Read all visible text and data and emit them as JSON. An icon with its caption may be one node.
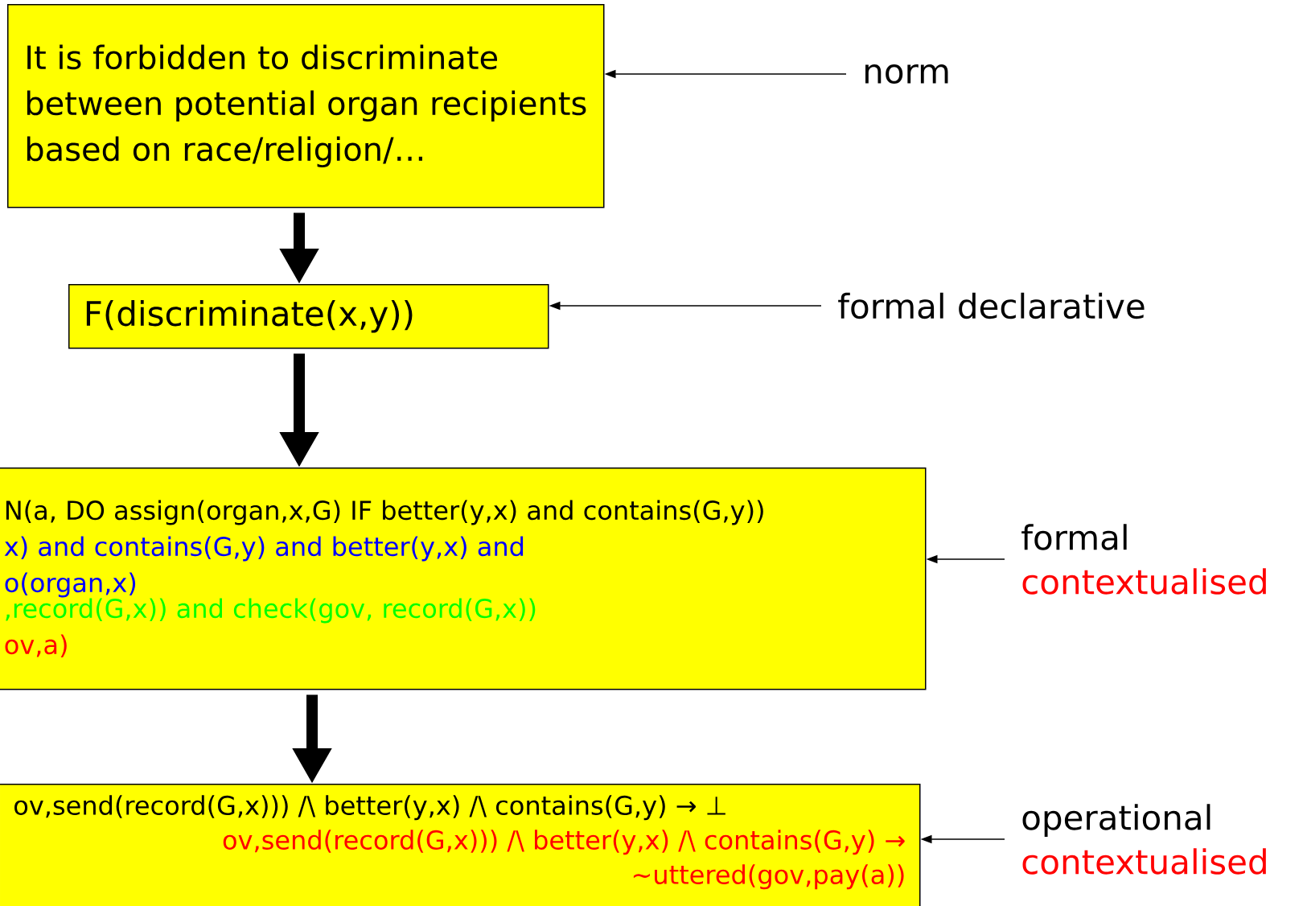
{
  "diagram": {
    "nodes": [
      {
        "text": [
          "It is forbidden to discriminate between potential organ recipients based on race/religion/…"
        ]
      },
      {
        "text": [
          "F(discriminate(x,y))"
        ]
      },
      {
        "text": [
          "N(a, DO assign(organ,x,G) IF better(y,x) and contains(G,y))",
          "x) and contains(G,y) and better(y,x) and o(organ,x)",
          ",record(G,x)) and check(gov, record(G,x))",
          "ov,a)"
        ]
      },
      {
        "text": [
          "ov,send(record(G,x))) /\\ better(y,x) /\\ contains(G,y) → ⊥",
          "ov,send(record(G,x))) /\\ better(y,x) /\\ contains(G,y) → ~uttered(gov,pay(a))"
        ]
      },
      {
        "text": [
          "norm"
        ]
      },
      {
        "text": [
          "formal declarative"
        ]
      },
      {
        "text": [
          "formal",
          "contextualised"
        ]
      },
      {
        "text": [
          "operational",
          "contextualised"
        ]
      }
    ],
    "edges": [
      {
        "from": 0,
        "to": 1,
        "arrow": "to",
        "style": "thick"
      },
      {
        "from": 1,
        "to": 2,
        "arrow": "to",
        "style": "thick"
      },
      {
        "from": 2,
        "to": 3,
        "arrow": "to",
        "style": "thick"
      },
      {
        "from": 4,
        "to": 0,
        "arrow": "to"
      },
      {
        "from": 5,
        "to": 1,
        "arrow": "to"
      },
      {
        "from": 6,
        "to": 2,
        "arrow": "to"
      },
      {
        "from": 7,
        "to": 3,
        "arrow": "to"
      }
    ]
  }
}
